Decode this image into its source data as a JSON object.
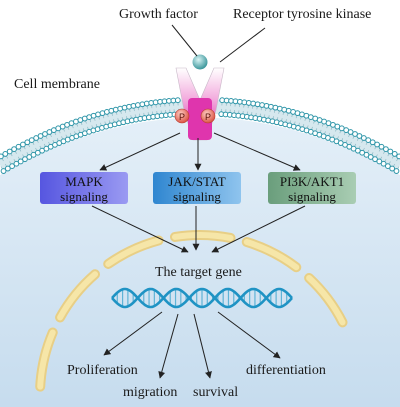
{
  "labels": {
    "growth_factor": "Growth factor",
    "receptor": "Receptor tyrosine kinase",
    "membrane": "Cell membrane",
    "target_gene": "The target gene",
    "proliferation": "Proliferation",
    "migration": "migration",
    "survival": "survival",
    "differentiation": "differentiation"
  },
  "phospho_label": "P",
  "pathways": [
    {
      "line1": "MAPK",
      "line2": "signaling",
      "color": "#6f6fe8"
    },
    {
      "line1": "JAK/STAT",
      "line2": "signaling",
      "color": "#4a9ad8"
    },
    {
      "line1": "PI3K/AKT1",
      "line2": "signaling",
      "color": "#7fae8f"
    }
  ],
  "colors": {
    "cytoplasm_top": "#e4eff8",
    "cytoplasm_bottom": "#c9ddef",
    "lipid_head": "#2e95a8",
    "receptor": "#e03ab0",
    "ligand": "#3a9ea2",
    "phospho": "#e2604f",
    "nucleus_envelope": "#f6e6a8",
    "dna_strand": "#1f93c4"
  },
  "icons": {
    "ligand": "growth-factor-ball",
    "receptor": "receptor-dimer",
    "phospho": "phosphate-circle",
    "dna": "dna-helix"
  }
}
